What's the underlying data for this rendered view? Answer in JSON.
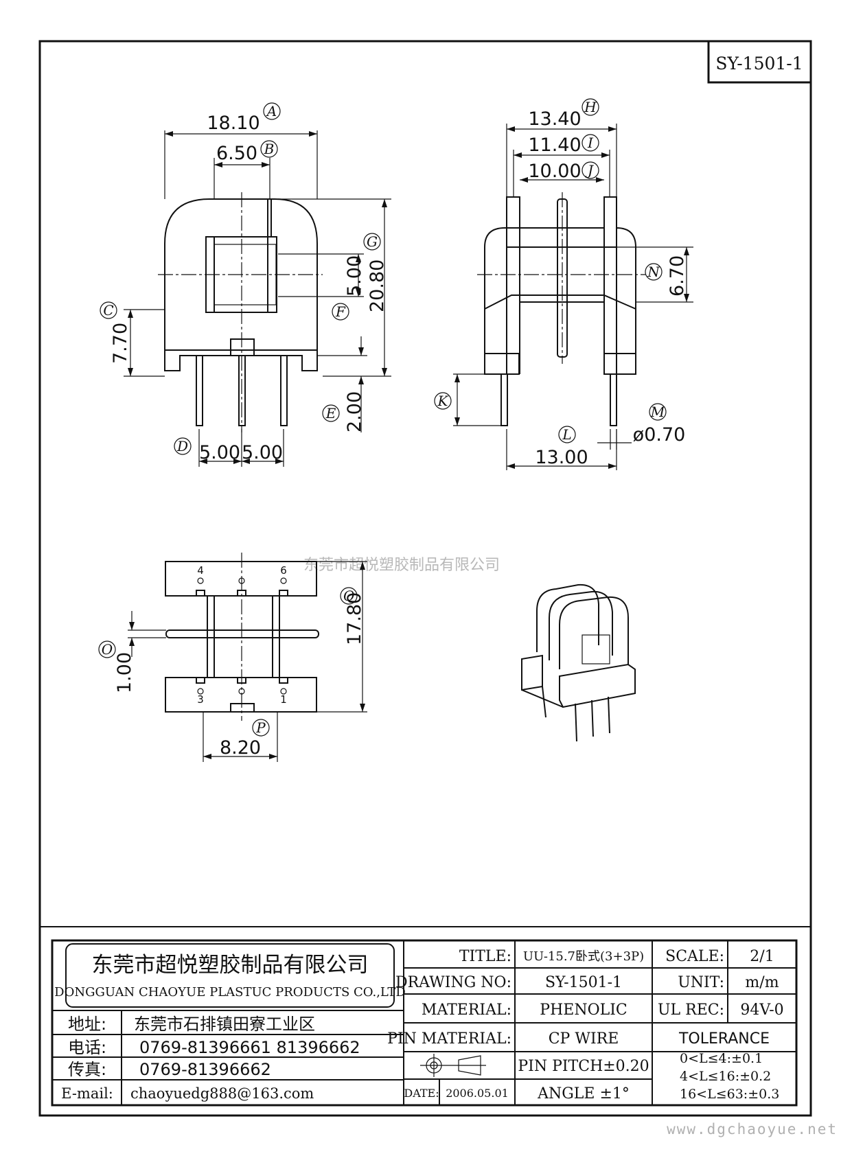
{
  "drawing_number_box": "SY-1501-1",
  "watermark": "东莞市超悦塑胶制品有限公司",
  "website": "www.dgchaoyue.net",
  "front_view": {
    "dims": {
      "A": "18.10",
      "B": "6.50",
      "G": "20.80",
      "F": "5.00",
      "C": "7.70",
      "E": "2.00",
      "D1": "5.00",
      "D2": "5.00"
    }
  },
  "side_view": {
    "dims": {
      "H": "13.40",
      "I": "11.40",
      "J": "10.00",
      "N": "6.70",
      "K": "",
      "L": "13.00",
      "M": "ø0.70"
    }
  },
  "bottom_view": {
    "dims": {
      "Q": "17.80",
      "O": "1.00",
      "P": "8.20"
    },
    "pins": [
      "4",
      "6",
      "3",
      "1"
    ]
  },
  "balloons": [
    "A",
    "B",
    "C",
    "D",
    "E",
    "F",
    "G",
    "H",
    "I",
    "J",
    "K",
    "L",
    "M",
    "N",
    "O",
    "P",
    "Q"
  ],
  "title_block": {
    "company_cn": "东莞市超悦塑胶制品有限公司",
    "company_en": "DONGGUAN CHAOYUE PLASTUC PRODUCTS CO.,LTD",
    "address_label": "地址:",
    "address": "东莞市石排镇田寮工业区",
    "phone_label": "电话:",
    "phone": "0769-81396661   81396662",
    "fax_label": "传真:",
    "fax": "0769-81396662",
    "email_label": "E-mail:",
    "email": "chaoyuedg888@163.com",
    "title_label": "TITLE:",
    "title": "UU-15.7卧式(3+3P)",
    "drawing_no_label": "DRAWING NO:",
    "drawing_no": "SY-1501-1",
    "material_label": "MATERIAL:",
    "material": "PHENOLIC",
    "pin_material_label": "PIN MATERIAL:",
    "pin_material": "CP WIRE",
    "pin_pitch": "PIN PITCH±0.20",
    "angle": "ANGLE  ±1°",
    "date_label": "DATE:",
    "date": "2006.05.01",
    "scale_label": "SCALE:",
    "scale": "2/1",
    "unit_label": "UNIT:",
    "unit": "m/m",
    "ul_label": "UL REC:",
    "ul": "94V-0",
    "tolerance_label": "TOLERANCE",
    "tolerance": [
      "0<L≤4:±0.1",
      "4<L≤16:±0.2",
      "16<L≤63:±0.3"
    ]
  }
}
